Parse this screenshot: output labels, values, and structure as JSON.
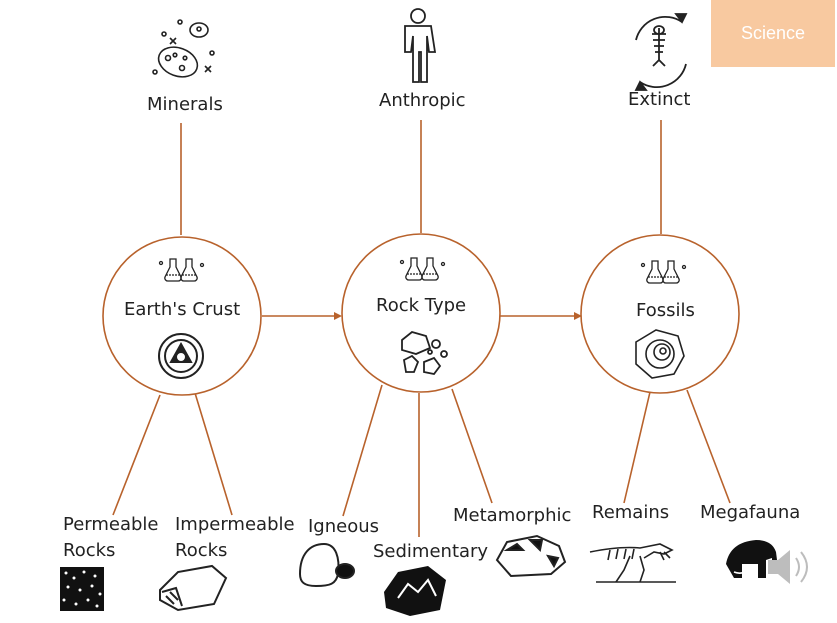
{
  "badge": {
    "label": "Science"
  },
  "top_nodes": [
    {
      "label": "Minerals",
      "icon": "minerals-icon"
    },
    {
      "label": "Anthropic",
      "icon": "person-icon"
    },
    {
      "label": "Extinct",
      "icon": "extinct-fish-skeleton-icon"
    }
  ],
  "circles": [
    {
      "label": "Earth's Crust",
      "icon": "earth-layers-icon",
      "top_icon": "flasks-icon"
    },
    {
      "label": "Rock Type",
      "icon": "rocks-icon",
      "top_icon": "flasks-icon"
    },
    {
      "label": "Fossils",
      "icon": "ammonite-fossil-icon",
      "top_icon": "flasks-icon"
    }
  ],
  "leaves": {
    "permeable": {
      "line1": "Permeable",
      "line2": "Rocks"
    },
    "impermeable": {
      "line1": "Impermeable",
      "line2": "Rocks"
    },
    "igneous": "Igneous",
    "sedimentary": "Sedimentary",
    "metamorphic": "Metamorphic",
    "remains": "Remains",
    "megafauna": "Megafauna"
  },
  "colors": {
    "line": "#b8622c",
    "circle": "#b8622c",
    "badge": "#f8c9a0",
    "text": "#222222"
  }
}
